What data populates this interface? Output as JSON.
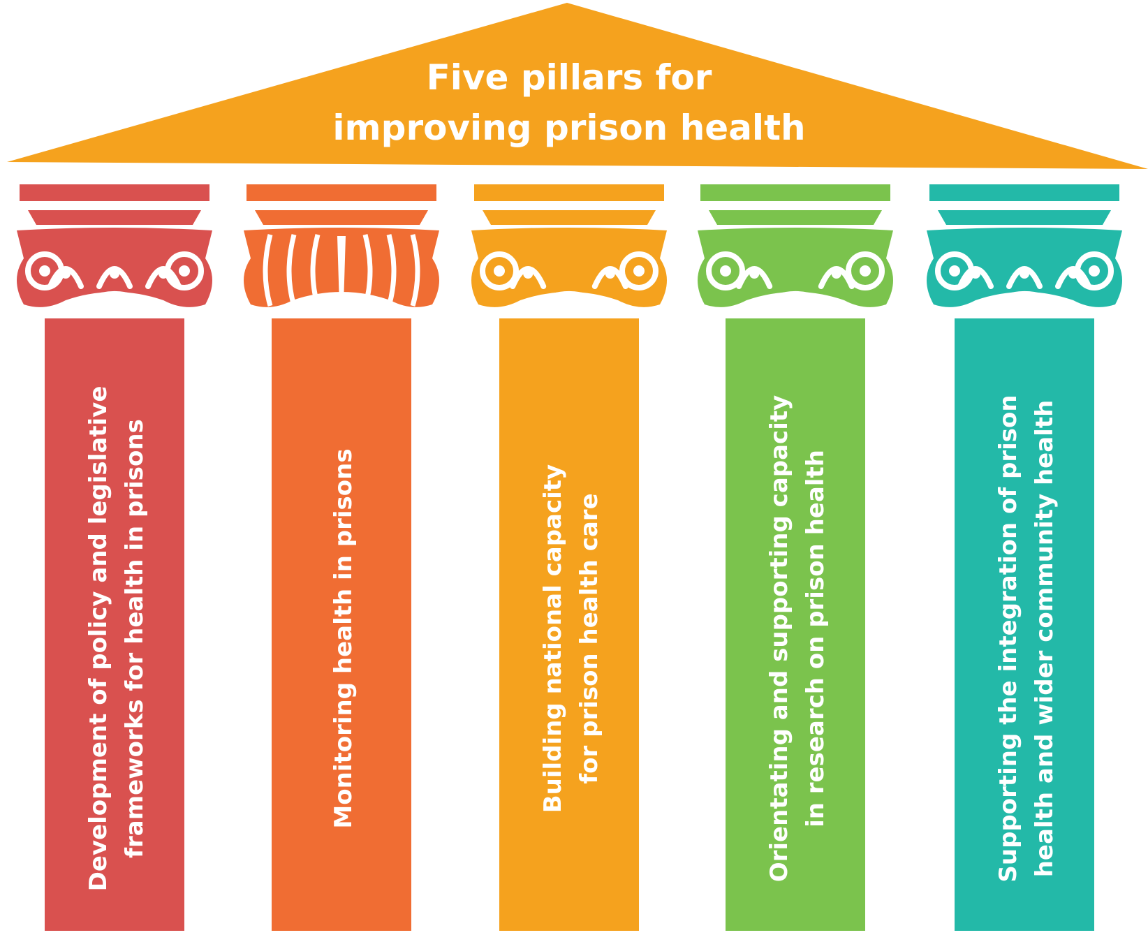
{
  "title": {
    "line1": "Five pillars for",
    "line2": "improving prison health"
  },
  "colors": {
    "roof": "#F5A21E",
    "background": "#FFFFFF"
  },
  "pillars": [
    {
      "color": "#D9514F",
      "capital": "swirl-capital-icon",
      "lines": [
        "Development of policy and legislative",
        "frameworks for health in prisons"
      ]
    },
    {
      "color": "#F06D33",
      "capital": "leaf-capital-icon",
      "lines": [
        "Monitoring health in prisons"
      ]
    },
    {
      "color": "#F5A21E",
      "capital": "scroll-capital-icon",
      "lines": [
        "Building national capacity",
        "for prison health care"
      ]
    },
    {
      "color": "#7BC34D",
      "capital": "volute-capital-icon",
      "lines": [
        "Orientating and supporting capacity",
        "in research on prison health"
      ]
    },
    {
      "color": "#23B9A8",
      "capital": "wave-capital-icon",
      "lines": [
        "Supporting the integration of prison",
        "health and wider community health"
      ]
    }
  ]
}
